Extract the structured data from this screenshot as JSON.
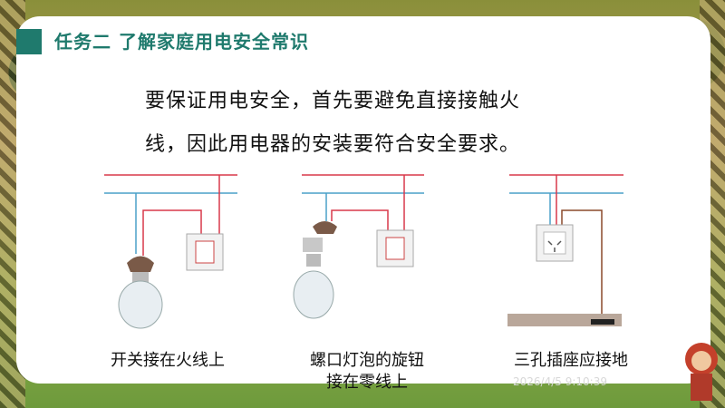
{
  "slide": {
    "title": "任务二  了解家庭用电安全常识",
    "body_line1": "要保证用电安全，首先要避免直接接触火",
    "body_line2": "线，因此用电器的安装要符合安全要求。",
    "captions": {
      "switch": "开关接在火线上",
      "lamp_line1": "螺口灯泡的旋钮",
      "lamp_line2": "接在零线上",
      "socket": "三孔插座应接地"
    },
    "timestamp": "2026/4/5 9:10:39"
  },
  "colors": {
    "title": "#1f7a6d",
    "live_wire": "#d9394a",
    "neutral_wire": "#4aa0c8",
    "ground_wire": "#8b4a2b"
  }
}
